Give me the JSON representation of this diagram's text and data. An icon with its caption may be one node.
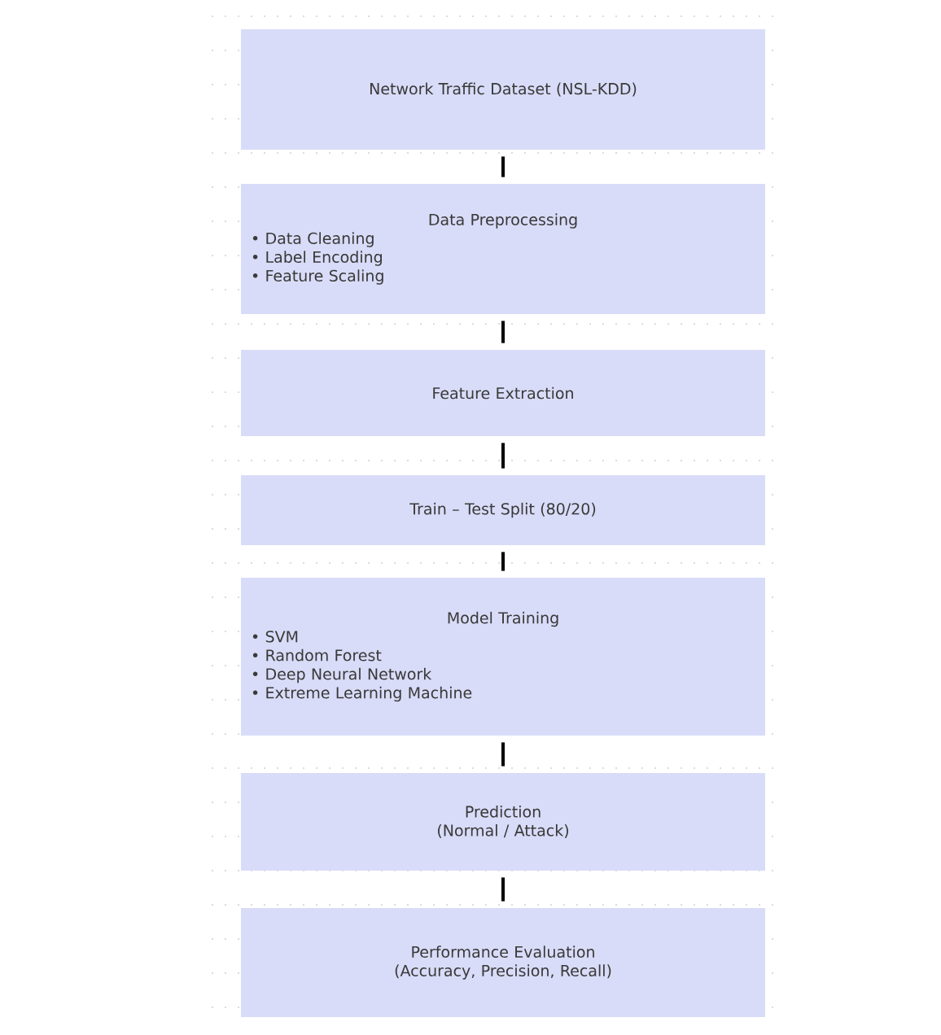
{
  "diagram": {
    "nodes": [
      {
        "text": [
          "Network Traffic Dataset (NSL-KDD)"
        ]
      },
      {
        "text": [
          "Data Preprocessing",
          "• Data Cleaning",
          "• Label Encoding",
          "• Feature Scaling"
        ]
      },
      {
        "text": [
          "Feature Extraction"
        ]
      },
      {
        "text": [
          "Train – Test Split (80/20)"
        ]
      },
      {
        "text": [
          "Model Training",
          "• SVM",
          "•  Random Forest",
          "•  Deep Neural Network",
          "•  Extreme Learning Machine"
        ]
      },
      {
        "text": [
          "Prediction",
          "(Normal / Attack)"
        ]
      },
      {
        "text": [
          "Performance Evaluation",
          "(Accuracy, Precision, Recall)"
        ]
      }
    ],
    "edges": [
      {
        "from": 0,
        "to": 1,
        "arrow": "none"
      },
      {
        "from": 1,
        "to": 2,
        "arrow": "none"
      },
      {
        "from": 2,
        "to": 3,
        "arrow": "none"
      },
      {
        "from": 3,
        "to": 4,
        "arrow": "none"
      },
      {
        "from": 4,
        "to": 5,
        "arrow": "none"
      },
      {
        "from": 5,
        "to": 6,
        "arrow": "none"
      }
    ]
  }
}
